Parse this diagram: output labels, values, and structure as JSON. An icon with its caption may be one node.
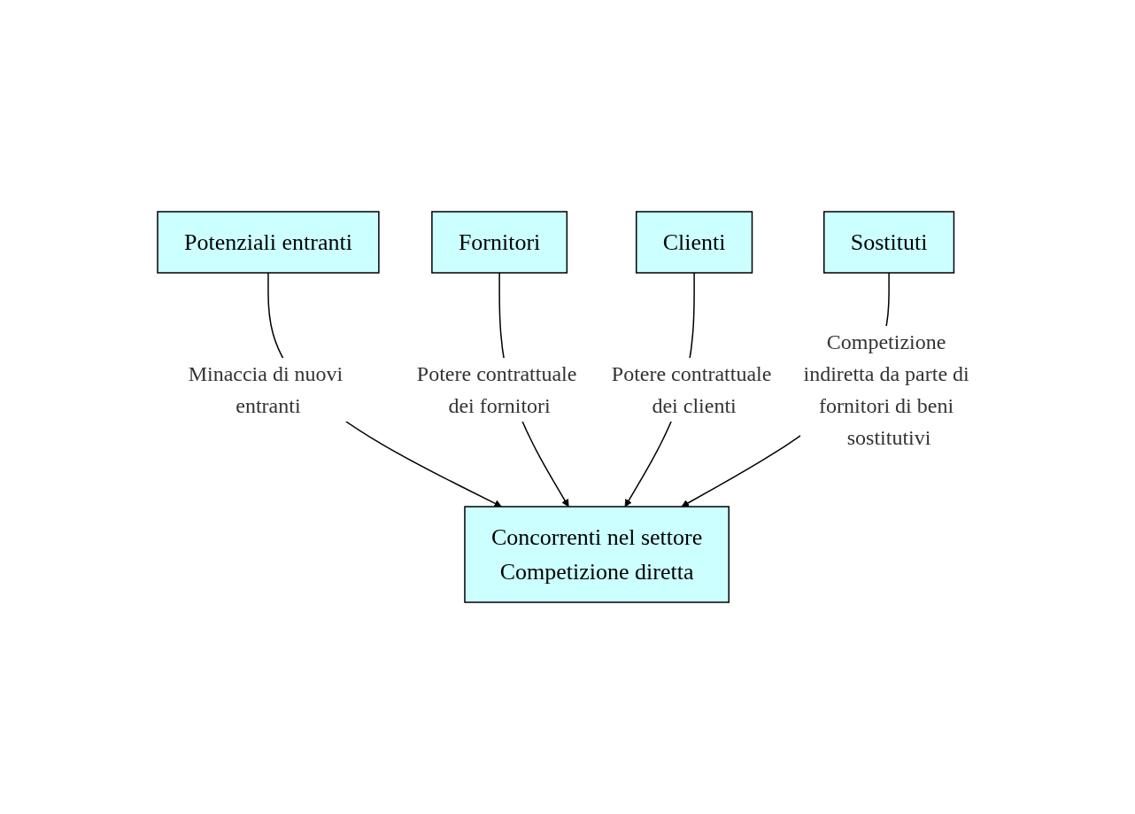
{
  "diagram": {
    "nodes": [
      {
        "text": [
          "Potenziali entranti"
        ]
      },
      {
        "text": [
          "Fornitori"
        ]
      },
      {
        "text": [
          "Concorrenti nel settore",
          "Competizione diretta"
        ]
      },
      {
        "text": [
          "Clienti"
        ]
      },
      {
        "text": [
          "Sostituti"
        ]
      }
    ],
    "edges": [
      {
        "from": 0,
        "to": 2,
        "arrow": "to",
        "label": "Minaccia di nuovi entranti"
      },
      {
        "from": 1,
        "to": 2,
        "arrow": "to",
        "label": "Potere contrattuale dei fornitori"
      },
      {
        "from": 3,
        "to": 2,
        "arrow": "to",
        "label": "Potere contrattuale dei clienti"
      },
      {
        "from": 4,
        "to": 2,
        "arrow": "to",
        "label": "Competizione indiretta da parte di fornitori di beni sostitutivi"
      }
    ]
  }
}
